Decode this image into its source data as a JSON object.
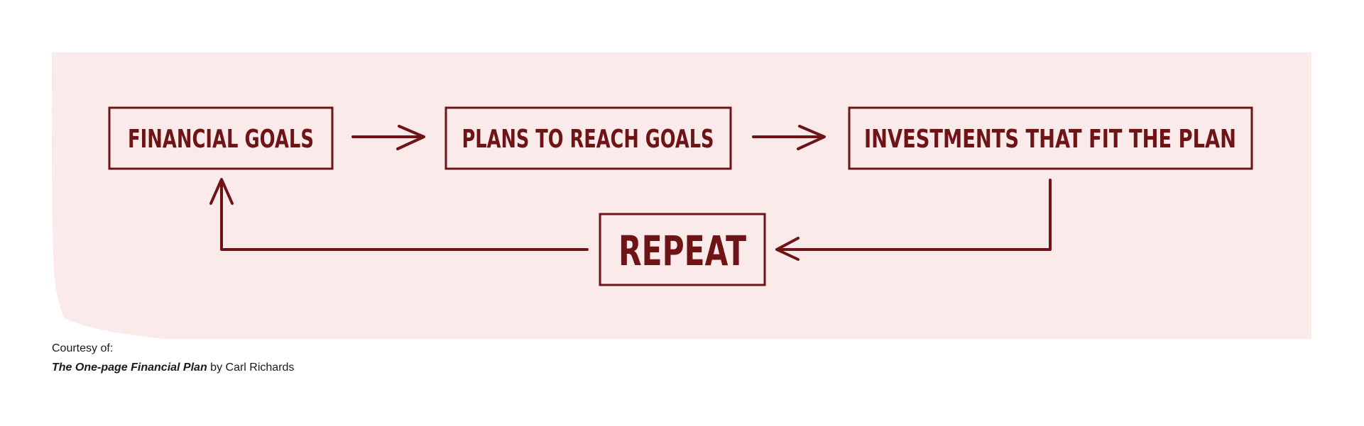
{
  "colors": {
    "panel_background": "#fbeaea",
    "ink": "#6e1417",
    "text": "#1a1a1a"
  },
  "diagram": {
    "boxes": [
      {
        "id": "financial-goals",
        "label": "Financial Goals"
      },
      {
        "id": "plans-to-reach-goals",
        "label": "Plans to Reach Goals"
      },
      {
        "id": "investments",
        "label": "Investments That Fit The Plan"
      },
      {
        "id": "repeat",
        "label": "Repeat"
      }
    ],
    "arrows": [
      {
        "from": "financial-goals",
        "to": "plans-to-reach-goals"
      },
      {
        "from": "plans-to-reach-goals",
        "to": "investments"
      },
      {
        "from": "investments",
        "to": "repeat"
      },
      {
        "from": "repeat",
        "to": "financial-goals"
      }
    ]
  },
  "credit": {
    "line1": "Courtesy of:",
    "book_title": "The One-page Financial Plan",
    "byline": " by Carl Richards"
  }
}
